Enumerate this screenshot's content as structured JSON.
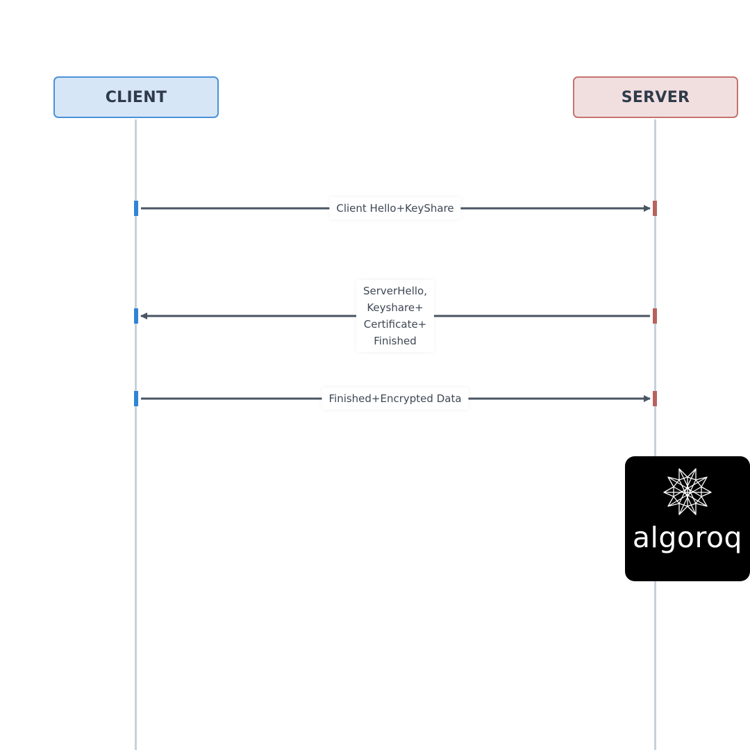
{
  "participants": {
    "client": {
      "label": "CLIENT",
      "fill": "#d7e6f6",
      "border": "#4a90d9"
    },
    "server": {
      "label": "SERVER",
      "fill": "#f1dfe0",
      "border": "#c4736f"
    }
  },
  "messages": [
    {
      "lines": [
        "Client Hello+KeyShare"
      ],
      "from": "client",
      "to": "server"
    },
    {
      "lines": [
        "ServerHello,",
        "Keyshare+",
        "Certificate+",
        "Finished"
      ],
      "from": "server",
      "to": "client"
    },
    {
      "lines": [
        "Finished+Encrypted Data"
      ],
      "from": "client",
      "to": "server"
    }
  ],
  "colors": {
    "arrow": "#4a5563",
    "lifeline": "#c6d0dc",
    "client_activation": "#2f84d6",
    "server_activation": "#b8625e"
  },
  "logo": {
    "text": "algoroq",
    "icon": "star-polyhedron-icon"
  }
}
